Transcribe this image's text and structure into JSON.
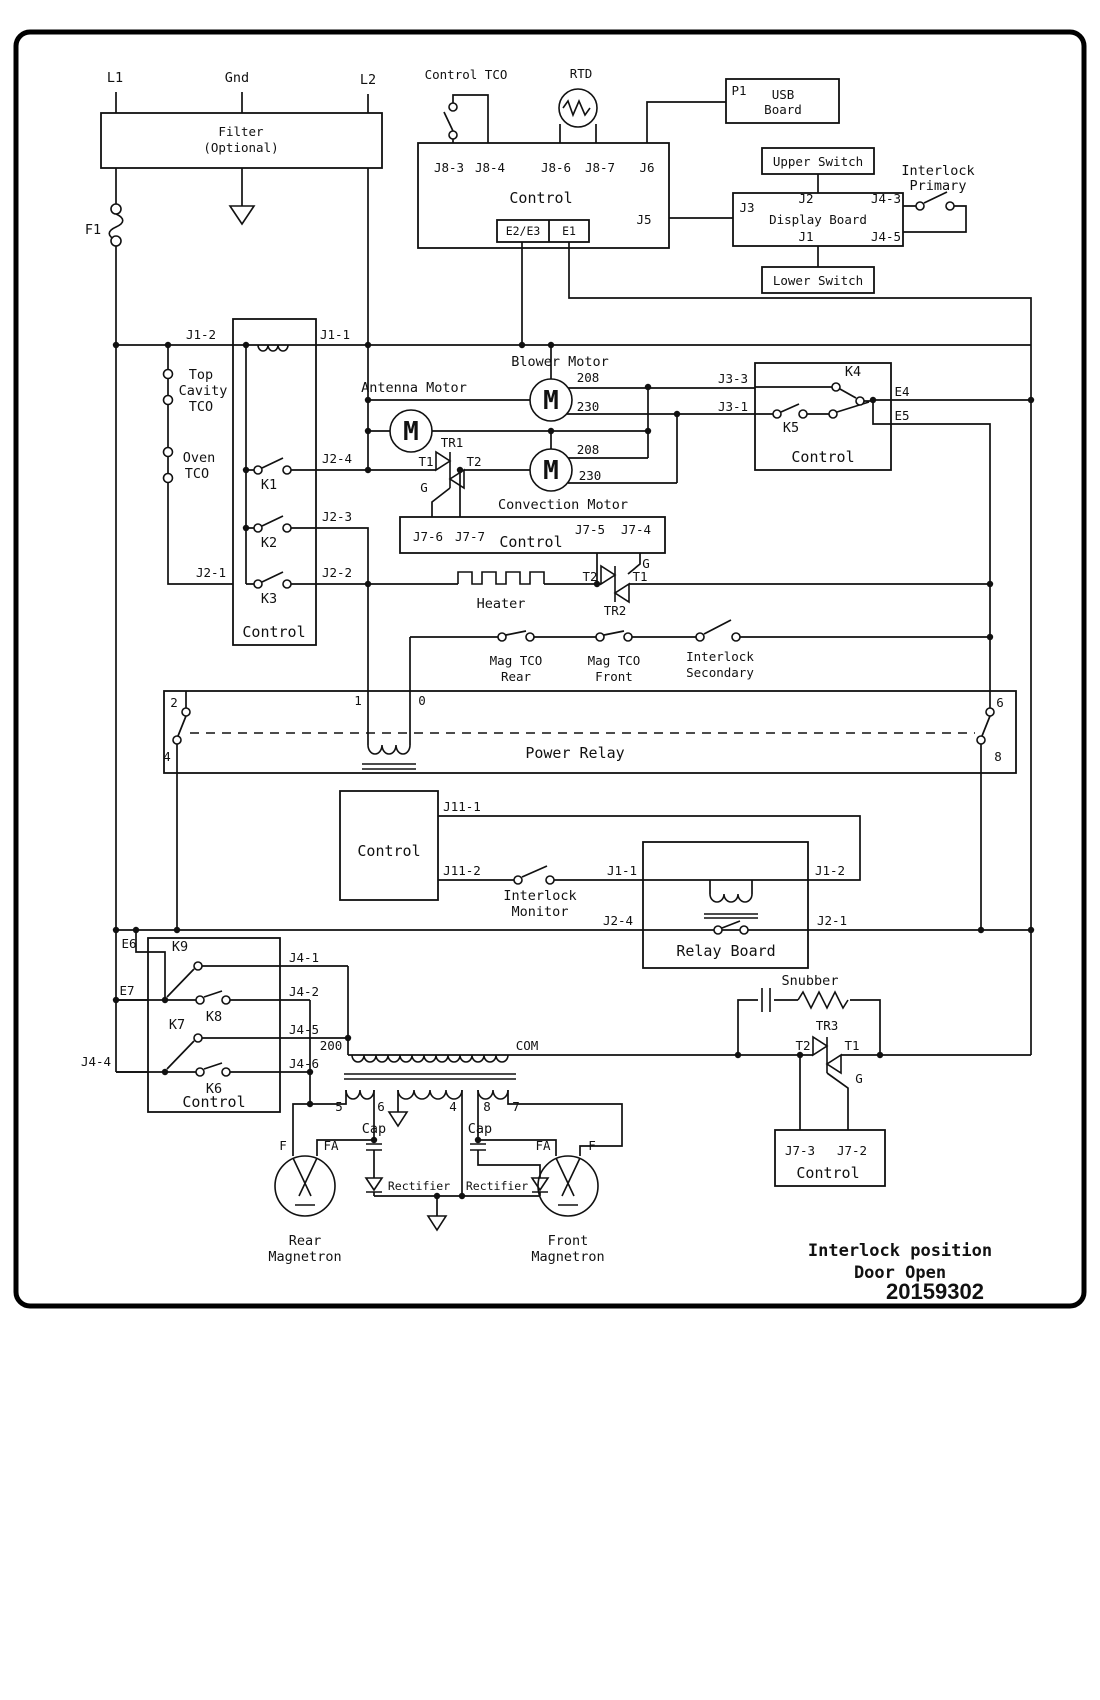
{
  "diagram": {
    "part_number": "20159302",
    "footer": {
      "line1": "Interlock position",
      "line2": "Door Open"
    },
    "terms": {
      "control": "Control",
      "m": "M",
      "t1": "T1",
      "t2": "T2",
      "g": "G",
      "tco": "TCO",
      "interlock": "Interlock",
      "v208": "208",
      "v230": "230",
      "f": "F",
      "fa": "FA",
      "magnetron": "Magnetron",
      "cap": "Cap",
      "rectifier": "Rectifier",
      "mag_tco": "Mag TCO"
    },
    "power_in": {
      "l1": "L1",
      "gnd": "Gnd",
      "l2": "L2",
      "filter_line1": "Filter",
      "filter_line2": "(Optional)",
      "fuse": "F1"
    },
    "top_control": {
      "control_tco": "Control TCO",
      "rtd": "RTD",
      "j8_3": "J8-3",
      "j8_4": "J8-4",
      "j8_6": "J8-6",
      "j8_7": "J8-7",
      "j6": "J6",
      "j5": "J5",
      "e2e3": "E2/E3",
      "e1": "E1"
    },
    "usb_board": {
      "p1": "P1",
      "line1": "USB",
      "line2": "Board"
    },
    "display_board": {
      "title": "Display Board",
      "upper_switch": "Upper Switch",
      "lower_switch": "Lower Switch",
      "j2": "J2",
      "j1": "J1",
      "j3": "J3",
      "j4_3": "J4-3",
      "j4_5": "J4-5",
      "primary": "Primary"
    },
    "left_control": {
      "j1_2": "J1-2",
      "j1_1": "J1-1",
      "top_line1": "Top",
      "top_line2": "Cavity",
      "oven": "Oven",
      "k1": "K1",
      "k2": "K2",
      "k3": "K3",
      "j2_4": "J2-4",
      "j2_3": "J2-3",
      "j2_1": "J2-1",
      "j2_2": "J2-2"
    },
    "motors": {
      "blower": "Blower Motor",
      "antenna": "Antenna Motor",
      "convection": "Convection Motor"
    },
    "triacs": {
      "tr1": "TR1",
      "tr2": "TR2",
      "tr3": "TR3"
    },
    "mid_control": {
      "j7_6": "J7-6",
      "j7_7": "J7-7",
      "j7_5": "J7-5",
      "j7_4": "J7-4"
    },
    "heater": "Heater",
    "k45_control": {
      "j3_3": "J3-3",
      "j3_1": "J3-1",
      "k4": "K4",
      "k5": "K5",
      "e4": "E4",
      "e5": "E5"
    },
    "mag_tco_row": {
      "rear": "Rear",
      "front": "Front",
      "secondary": "Secondary"
    },
    "power_relay": {
      "title": "Power Relay",
      "p2": "2",
      "p4": "4",
      "p1": "1",
      "p0": "0",
      "p6": "6",
      "p8": "8"
    },
    "monitor": {
      "j11_1": "J11-1",
      "j11_2": "J11-2",
      "monitor": "Monitor"
    },
    "relay_board": {
      "title": "Relay Board",
      "j1_1": "J1-1",
      "j1_2": "J1-2",
      "j2_4": "J2-4",
      "j2_1": "J2-1"
    },
    "k69_control": {
      "e6": "E6",
      "e7": "E7",
      "j4_4": "J4-4",
      "k9": "K9",
      "k8": "K8",
      "k7": "K7",
      "k6": "K6",
      "j4_1": "J4-1",
      "j4_2": "J4-2",
      "j4_5": "J4-5",
      "j4_6": "J4-6"
    },
    "transformer": {
      "v200": "200",
      "com": "COM",
      "p5": "5",
      "p6": "6",
      "p4": "4",
      "p8": "8",
      "p7": "7"
    },
    "magnetrons": {
      "rear": "Rear",
      "front": "Front"
    },
    "snubber": "Snubber",
    "br_control": {
      "j7_3": "J7-3",
      "j7_2": "J7-2"
    }
  }
}
